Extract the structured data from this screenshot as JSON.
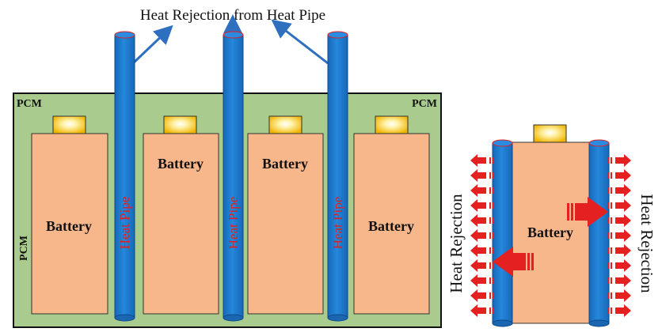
{
  "labels": {
    "top_heading": "Heat Rejection from Heat Pipe",
    "pcm": "PCM",
    "battery": "Battery",
    "heat_pipe": "Heat Pipe",
    "heat_rejection": "Heat Rejection"
  },
  "colors": {
    "pcm_fill": "#a9cb8e",
    "battery_fill": "#f8b78a",
    "heat_pipe_fill": "#1f78c8",
    "heat_pipe_text": "#e02020",
    "terminal_fill": "#f5c400",
    "arrow_blue": "#2f6fbf",
    "arrow_red": "#e52020"
  }
}
